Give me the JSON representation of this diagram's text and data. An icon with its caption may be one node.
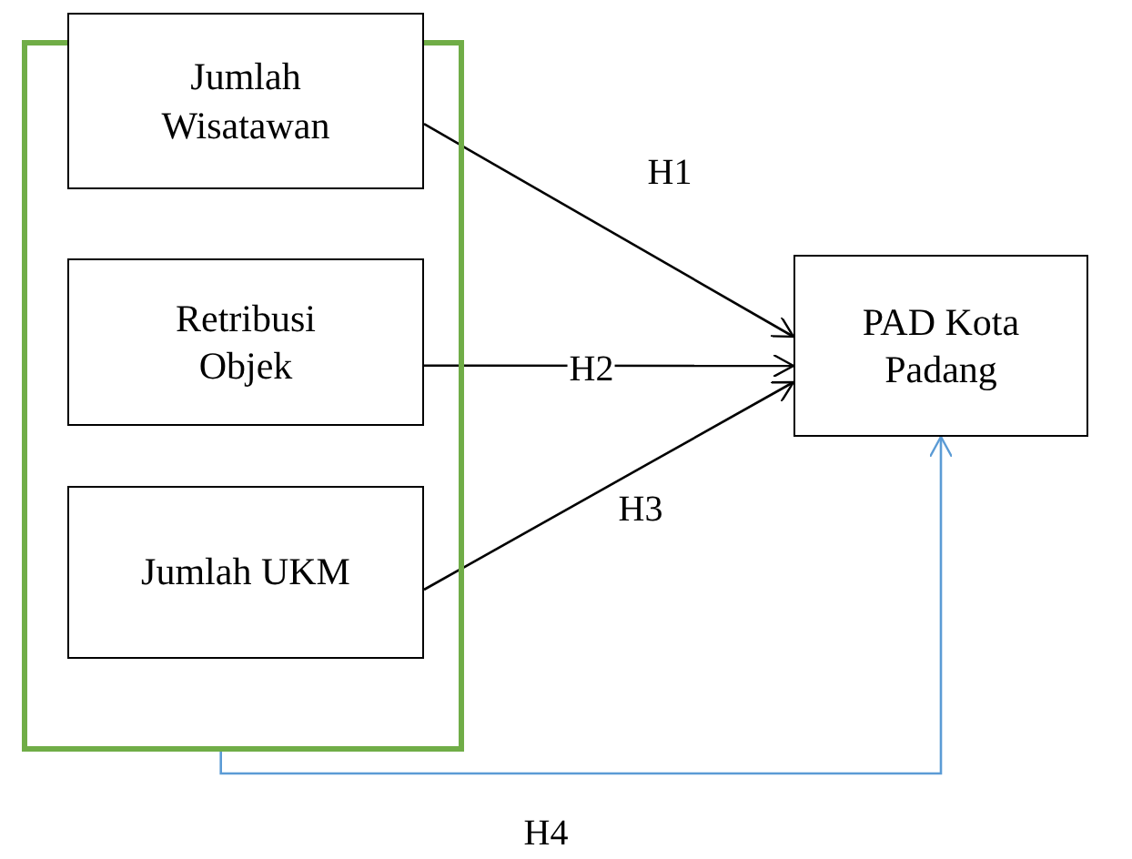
{
  "diagram": {
    "nodes": [
      {
        "text": [],
        "shape": "box"
      },
      {
        "text": [
          "Jumlah Wisatawan"
        ],
        "in": 0
      },
      {
        "text": [
          "Retribusi Objek"
        ],
        "in": 0
      },
      {
        "text": [
          "Jumlah UKM"
        ],
        "in": 0
      },
      {
        "text": [
          "PAD Kota Padang"
        ]
      }
    ],
    "edges": [
      {
        "from": 1,
        "to": 4,
        "arrow": "to",
        "label": "H1"
      },
      {
        "from": 2,
        "to": 4,
        "arrow": "to",
        "label": "H2"
      },
      {
        "from": 3,
        "to": 4,
        "arrow": "to",
        "label": "H3"
      },
      {
        "from": 0,
        "to": 4,
        "arrow": "to",
        "label": "H4",
        "color": "#5b9bd5"
      }
    ]
  }
}
